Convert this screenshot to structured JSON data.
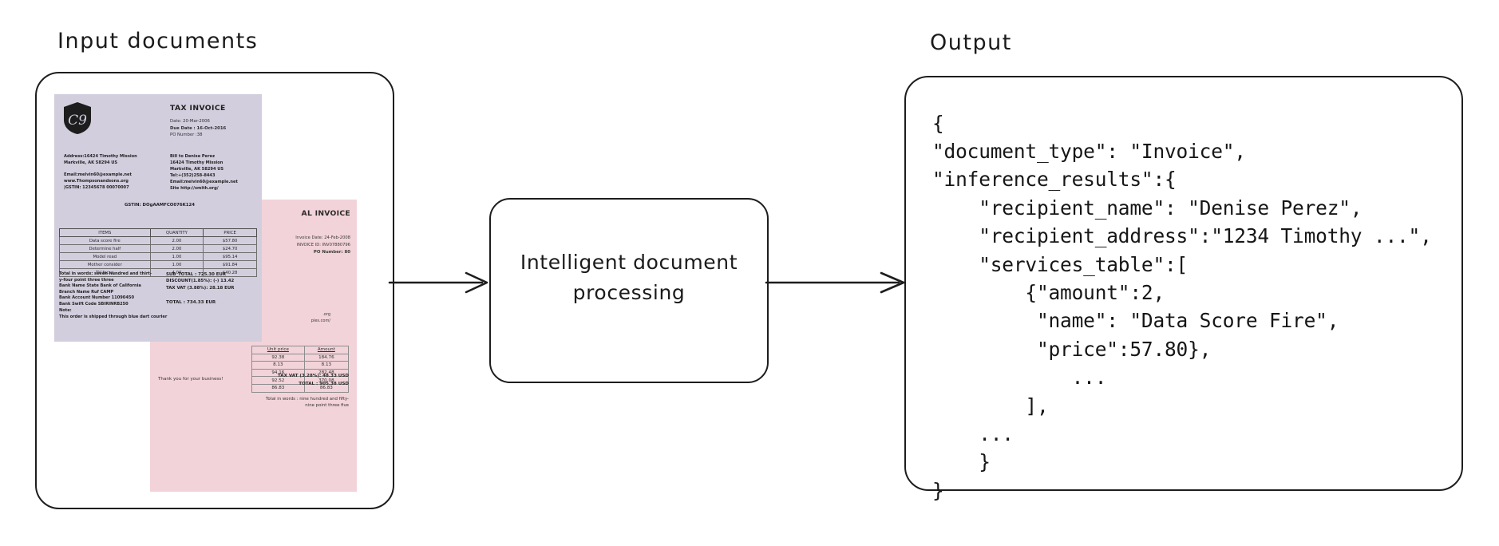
{
  "sections": {
    "input_caption": "Input documents",
    "output_caption": "Output"
  },
  "process": {
    "label": "Intelligent document\nprocessing"
  },
  "output": {
    "json_text": "{\n\"document_type\": \"Invoice\",\n\"inference_results\":{\n    \"recipient_name\": \"Denise Perez\",\n    \"recipient_address\":\"1234 Timothy ...\",\n    \"services_table\":[\n        {\"amount\":2,\n         \"name\": \"Data Score Fire\",\n         \"price\":57.80},\n            ...\n        ],\n    ...\n    }\n}",
    "fields": {
      "document_type": "Invoice",
      "recipient_name": "Denise Perez",
      "recipient_address": "1234 Timothy ...",
      "services_table": [
        {
          "amount": 2,
          "name": "Data Score Fire",
          "price": 57.8
        }
      ]
    }
  },
  "documents": {
    "purple_invoice": {
      "logo_text": "C9",
      "title": "TAX INVOICE",
      "meta": [
        "Date: 20-Mar-2006",
        "Due Date : 16-Oct-2016",
        "PO Number :38"
      ],
      "from_block": [
        "Address:16424 Timothy Mission",
        "Markville, AK 58294 US",
        "Email:melvin60@example.net",
        "www.Thompsonandsons.org",
        "|GSTIN:  12345678 00070007"
      ],
      "to_block": [
        "Bill to Denise Perez",
        "16424 Timothy Mission",
        "Markville, AK 58294 US",
        "Tel:+(352)258-8443",
        "Email:melvin60@example.net",
        "Site http://smith.org/"
      ],
      "gstin_line": "GSTIN:  DOgAAMFCO076K124",
      "table": {
        "headers": [
          "ITEMS",
          "QUANTITY",
          "PRICE"
        ],
        "rows": [
          [
            "Data score fire",
            "2.00",
            "$57.80"
          ],
          [
            "Determine half",
            "2.00",
            "$24.70"
          ],
          [
            "Model read",
            "1.00",
            "$95.14"
          ],
          [
            "Mother consider",
            "1.00",
            "$91.84"
          ],
          [
            "TV focus",
            "4.00",
            "$40.28"
          ]
        ]
      },
      "notes": [
        "Total in words:  seven hundred and thirt-",
        "y-four point three three",
        "Bank Name        State Bank of California",
        "Branch Name      Ruf CAMP",
        "Bank Account Number  11090450",
        "Bank Swift Code   SBIRINRB250"
      ],
      "totals": [
        "SUB_TOTAL : 725.30  EUR",
        "DISCOUNT(1.85%): (-)  13.42",
        "TAX VAT (3.88%):  28.18 EUR"
      ],
      "total_final": "TOTAL : 734.33 EUR",
      "footnote": [
        "Note:",
        "This order is shipped through blue dart courier"
      ]
    },
    "pink_invoice": {
      "title": "AL INVOICE",
      "meta": [
        "Invoice Date: 24-Feb-2008",
        "INVOICE ID: INV07880796",
        "PO Number: 80"
      ],
      "contact": [
        ".org",
        "ples.com/"
      ],
      "table": {
        "headers": [
          "Unit price",
          "Amount"
        ],
        "rows": [
          [
            "92.38",
            "184.76"
          ],
          [
            "8.13",
            "8.13"
          ],
          [
            "94.16",
            "282.48"
          ],
          [
            "92.52",
            "370.08"
          ],
          [
            "86.83",
            "86.83"
          ]
        ]
      },
      "thanks": "Thank you for your business!",
      "tax_lines": [
        "TAX VAT (3.28%):  48.33 USD",
        "TOTAL : 905.38 USD"
      ],
      "words": [
        "Total in words : nine hundred and fifty-",
        "nine point three five"
      ]
    }
  },
  "arrows": {
    "input_to_process": "arrow-right",
    "process_to_output": "arrow-right"
  },
  "colors": {
    "stroke": "#1d1d1d",
    "background": "#ffffff",
    "purple_doc": "#d3cede",
    "pink_doc": "#f2d3d9"
  }
}
